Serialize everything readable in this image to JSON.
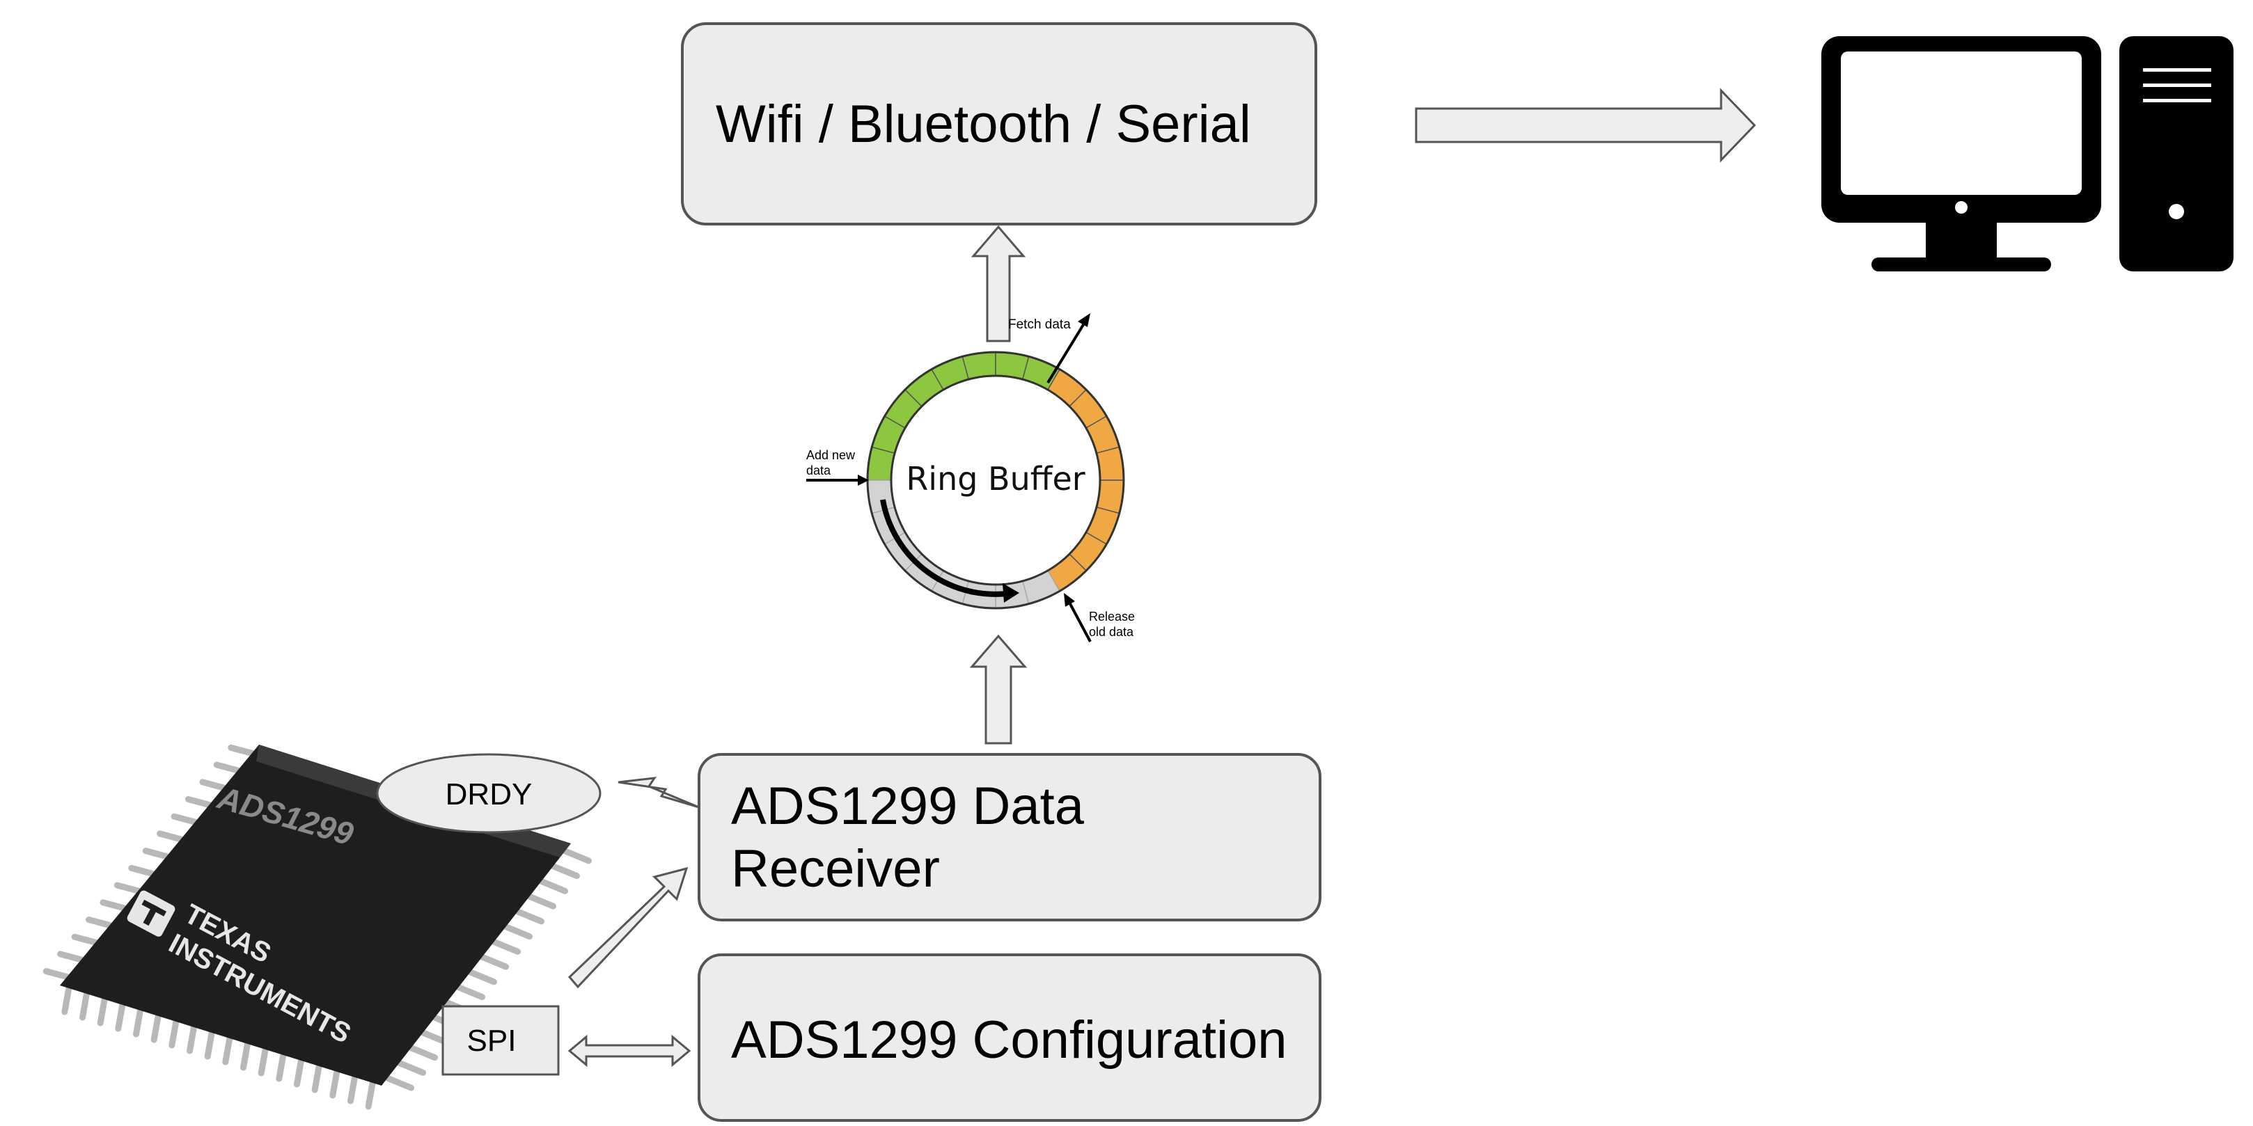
{
  "boxes": {
    "comm": "Wifi / Bluetooth / Serial",
    "receiver_line1": "ADS1299 Data",
    "receiver_line2": "Receiver",
    "config": "ADS1299 Configuration"
  },
  "ring_buffer": {
    "label": "Ring Buffer",
    "fetch_label": "Fetch data",
    "add_label_line1": "Add new",
    "add_label_line2": "data",
    "release_label_line1": "Release",
    "release_label_line2": "old data",
    "colors": {
      "filled": "#8dc63f",
      "pending": "#f0a844",
      "empty": "#d3d3d3"
    }
  },
  "chip": {
    "model_text": "ADS1299",
    "brand_line1": "Texas",
    "brand_line2": "Instruments",
    "drdy_label": "DRDY",
    "spi_label": "SPI"
  },
  "computer": {
    "icon": "desktop-computer-icon"
  },
  "colors": {
    "box_fill": "#ececec",
    "box_stroke": "#555555",
    "arrow_fill": "#eeeeee"
  }
}
